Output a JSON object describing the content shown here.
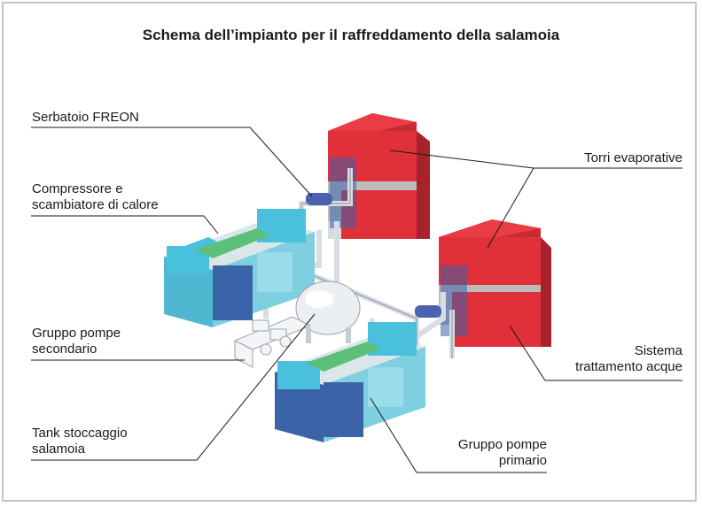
{
  "title": "Schema dell’impianto per il raffreddamento della salamoia",
  "labels": {
    "serbatoio": "Serbatoio FREON",
    "compressore": "Compressore e\nscambiatore di calore",
    "gruppo_secondario": "Gruppo pompe\nsecondario",
    "tank": "Tank stoccaggio\nsalamoia",
    "torri": "Torri evaporative",
    "sistema": "Sistema\ntrattamento acque",
    "gruppo_primario": "Gruppo pompe\nprimario"
  },
  "colors": {
    "tower_red": "#e0303a",
    "tower_grey": "#bcbcbc",
    "unit_cyan": "#49c0dc",
    "unit_blue": "#3b63a8",
    "unit_green": "#5cc07a",
    "pipe": "#d8dde4"
  }
}
